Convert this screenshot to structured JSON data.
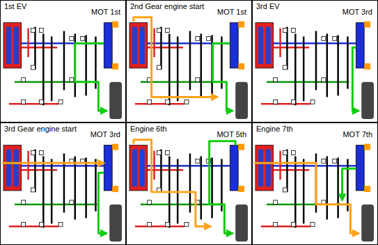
{
  "diagram": {
    "nodes": [
      {
        "text": [
          "1st EV",
          "MOT 1st"
        ]
      },
      {
        "text": [
          "2nd Gear engine start",
          "MOT 1st"
        ]
      },
      {
        "text": [
          "3rd EV",
          "MOT 3rd"
        ]
      },
      {
        "text": [
          "3rd Gear engine start",
          "MOT 3rd"
        ]
      },
      {
        "text": [
          "Engine 6th",
          "MOT 5th"
        ]
      },
      {
        "text": [
          "Engine 7th",
          "MOT 7th"
        ]
      }
    ]
  }
}
